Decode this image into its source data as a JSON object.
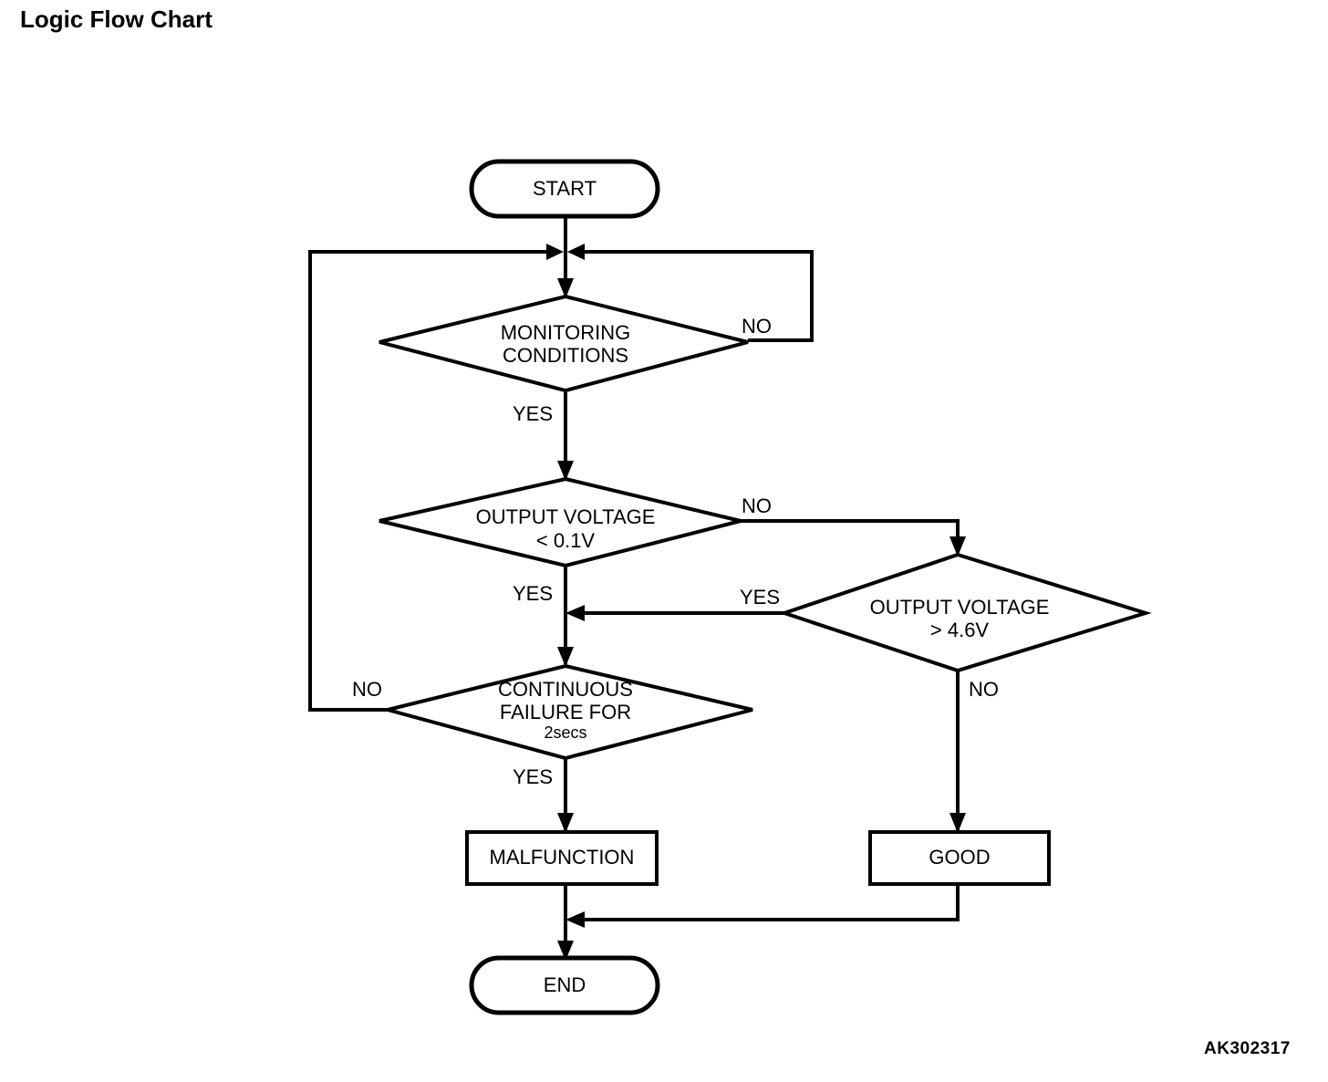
{
  "page": {
    "title": "Logic Flow Chart",
    "figure_code": "AK302317",
    "background_color": "#ffffff",
    "line_color": "#000000"
  },
  "chart_data": {
    "type": "flowchart",
    "title": "Logic Flow Chart",
    "nodes": [
      {
        "id": "start",
        "shape": "terminator",
        "text": "START"
      },
      {
        "id": "monitoring",
        "shape": "decision",
        "text_line1": "MONITORING",
        "text_line2": "CONDITIONS"
      },
      {
        "id": "volt_low",
        "shape": "decision",
        "text_line1": "OUTPUT VOLTAGE",
        "text_line2": "< 0.1V"
      },
      {
        "id": "volt_high",
        "shape": "decision",
        "text_line1": "OUTPUT VOLTAGE",
        "text_line2": "> 4.6V"
      },
      {
        "id": "continuous",
        "shape": "decision",
        "text_line1": "CONTINUOUS",
        "text_line2": "FAILURE FOR",
        "text_line3": "2secs"
      },
      {
        "id": "malfunction",
        "shape": "process",
        "text": "MALFUNCTION"
      },
      {
        "id": "good",
        "shape": "process",
        "text": "GOOD"
      },
      {
        "id": "end",
        "shape": "terminator",
        "text": "END"
      }
    ],
    "edges": [
      {
        "from": "start",
        "to": "monitoring",
        "label": ""
      },
      {
        "from": "monitoring",
        "to": "monitoring",
        "label": "NO"
      },
      {
        "from": "monitoring",
        "to": "volt_low",
        "label": "YES"
      },
      {
        "from": "volt_low",
        "to": "volt_high",
        "label": "NO"
      },
      {
        "from": "volt_low",
        "to": "continuous",
        "label": "YES"
      },
      {
        "from": "volt_high",
        "to": "continuous",
        "label": "YES"
      },
      {
        "from": "volt_high",
        "to": "good",
        "label": "NO"
      },
      {
        "from": "continuous",
        "to": "monitoring",
        "label": "NO"
      },
      {
        "from": "continuous",
        "to": "malfunction",
        "label": "YES"
      },
      {
        "from": "malfunction",
        "to": "end",
        "label": ""
      },
      {
        "from": "good",
        "to": "end",
        "label": ""
      }
    ]
  },
  "nodes": {
    "start": {
      "label": "START"
    },
    "monitoring": {
      "line1": "MONITORING",
      "line2": "CONDITIONS"
    },
    "volt_low": {
      "line1": "OUTPUT VOLTAGE",
      "line2": "< 0.1V"
    },
    "volt_high": {
      "line1": "OUTPUT VOLTAGE",
      "line2": "> 4.6V"
    },
    "continuous": {
      "line1": "CONTINUOUS",
      "line2": "FAILURE FOR",
      "line3": "2secs"
    },
    "malfunction": {
      "label": "MALFUNCTION"
    },
    "good": {
      "label": "GOOD"
    },
    "end": {
      "label": "END"
    }
  },
  "edge_labels": {
    "monitoring_no": "NO",
    "monitoring_yes": "YES",
    "volt_low_no": "NO",
    "volt_low_yes": "YES",
    "volt_high_yes": "YES",
    "volt_high_no": "NO",
    "continuous_no": "NO",
    "continuous_yes": "YES"
  }
}
